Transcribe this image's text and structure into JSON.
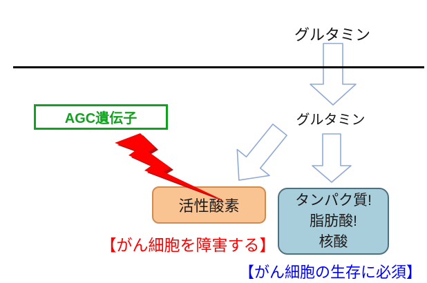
{
  "diagram": {
    "labels": {
      "glutamine_top": "グルタミン",
      "glutamine_mid": "グルタミン",
      "agc_gene": "AGC遺伝子",
      "ros": "活性酸素",
      "nutrients": [
        "タンパク質!",
        "脂肪酸!",
        "核酸"
      ],
      "caption_damage": "【がん細胞を障害する】",
      "caption_survival": "【がん細胞の生存に必須】"
    },
    "colors": {
      "agc_green": "#10A21E",
      "ros_fill": "#FAC392",
      "ros_border": "#CE8A4F",
      "nutrients_fill": "#A8CEDC",
      "nutrients_border": "#4E6F7E",
      "bolt_red": "#FF0000",
      "bolt_shadow": "#B01010",
      "caption_red": "#FF0000",
      "caption_blue": "#0000FF",
      "arrow_outline": "#8EA9D6",
      "membrane_line": "#000000"
    }
  }
}
